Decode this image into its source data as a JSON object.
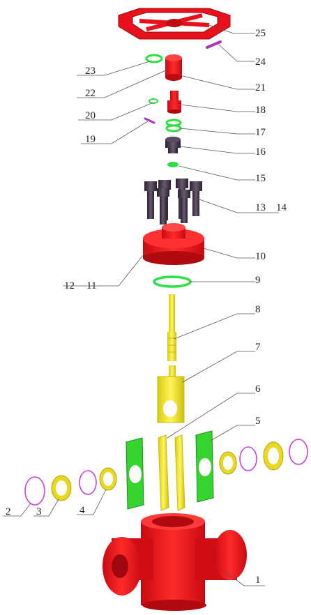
{
  "diagram": {
    "type": "exploded-view",
    "callouts": [
      {
        "id": "c1",
        "text": "1"
      },
      {
        "id": "c2",
        "text": "2"
      },
      {
        "id": "c3",
        "text": "3"
      },
      {
        "id": "c4",
        "text": "4"
      },
      {
        "id": "c5",
        "text": "5"
      },
      {
        "id": "c6",
        "text": "6"
      },
      {
        "id": "c7",
        "text": "7"
      },
      {
        "id": "c8",
        "text": "8"
      },
      {
        "id": "c9",
        "text": "9"
      },
      {
        "id": "c10",
        "text": "10"
      },
      {
        "id": "c11",
        "text": "11"
      },
      {
        "id": "c12",
        "text": "12"
      },
      {
        "id": "c13",
        "text": "13"
      },
      {
        "id": "c14",
        "text": "14"
      },
      {
        "id": "c15",
        "text": "15"
      },
      {
        "id": "c16",
        "text": "16"
      },
      {
        "id": "c17",
        "text": "17"
      },
      {
        "id": "c18",
        "text": "18"
      },
      {
        "id": "c19",
        "text": "19"
      },
      {
        "id": "c20",
        "text": "20"
      },
      {
        "id": "c21",
        "text": "21"
      },
      {
        "id": "c22",
        "text": "22"
      },
      {
        "id": "c23",
        "text": "23"
      },
      {
        "id": "c24",
        "text": "24"
      },
      {
        "id": "c25",
        "text": "25"
      }
    ],
    "colors": {
      "body_red": "#e8101a",
      "body_red_dark": "#b00a10",
      "seal_green": "#2ee040",
      "seat_green": "#36d42f",
      "gate_yellow": "#f4ea22",
      "gate_yellow_dark": "#c9bd10",
      "bolt_dark": "#3a3040",
      "ring_magenta": "#d040d8",
      "pin_purple": "#b030c0"
    }
  }
}
